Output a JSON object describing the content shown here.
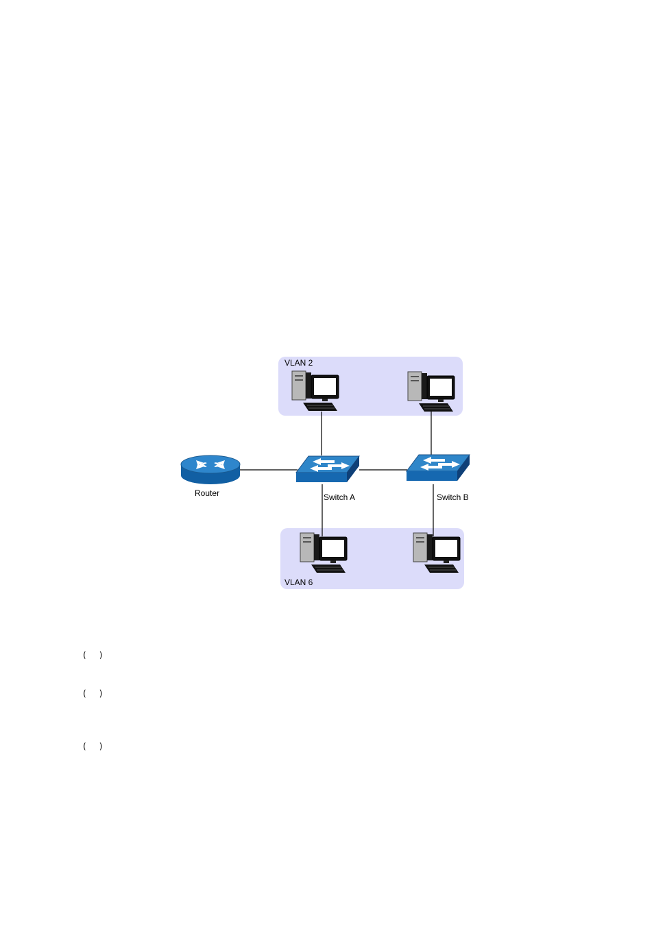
{
  "diagram": {
    "vlans": [
      {
        "id": "vlan2",
        "label": "VLAN 2"
      },
      {
        "id": "vlan6",
        "label": "VLAN 6"
      }
    ],
    "devices": {
      "router": {
        "label": "Router",
        "icon": "router-icon"
      },
      "switch_a": {
        "label": "Switch A",
        "icon": "switch-icon"
      },
      "switch_b": {
        "label": "Switch B",
        "icon": "switch-icon"
      }
    },
    "computers": [
      "computer-icon",
      "computer-icon",
      "computer-icon",
      "computer-icon"
    ],
    "colors": {
      "vlan_fill": "#dcdcfa",
      "device_blue": "#1565a8",
      "device_top": "#2b7fc4",
      "link": "#000000"
    }
  },
  "markers": [
    "(     )",
    "(     )",
    "(     )"
  ]
}
